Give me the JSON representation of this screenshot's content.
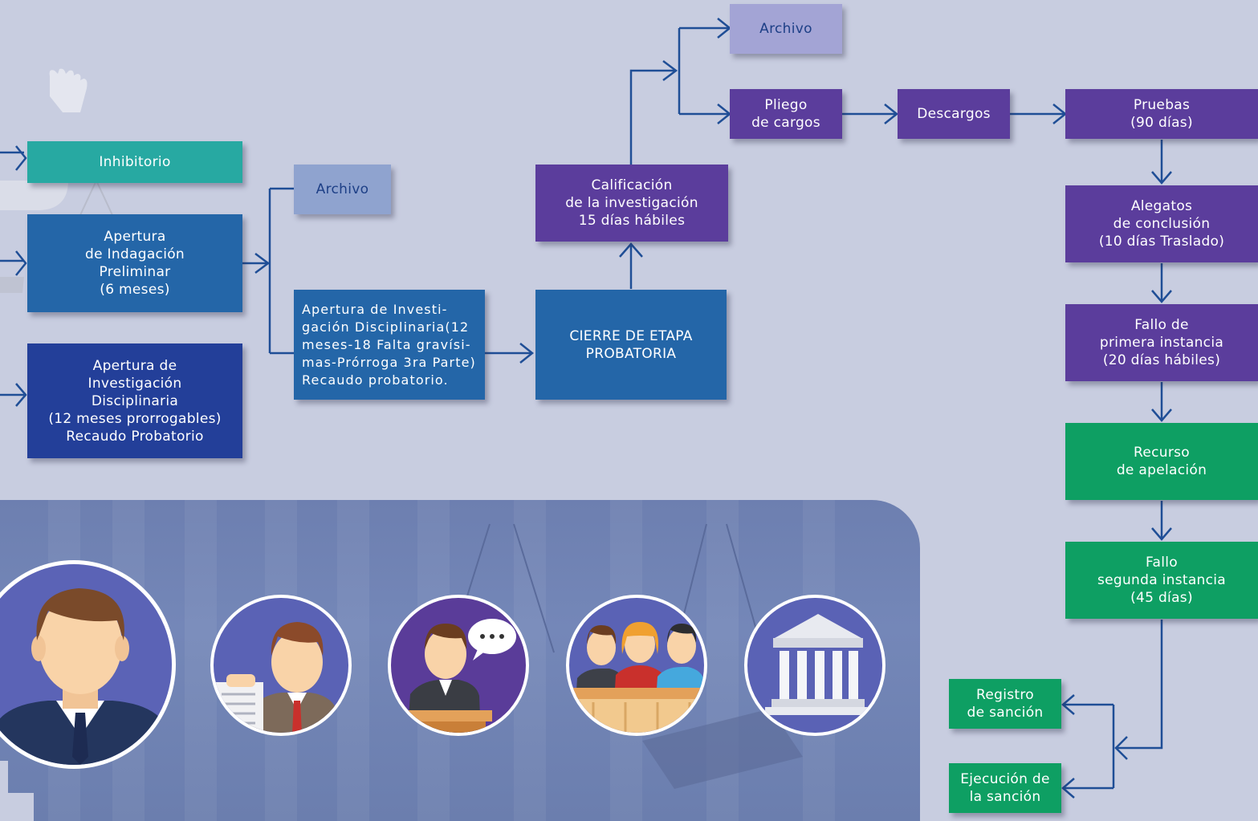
{
  "colors": {
    "background": "#c8cde0",
    "teal": "#27a9a2",
    "blue": "#2466a8",
    "navy": "#233f99",
    "purple": "#5b3d9c",
    "green": "#0e9f63",
    "arrow": "#1f4e96"
  },
  "boxes": {
    "inhibitorio": "Inhibitorio",
    "indagacion": "Apertura\nde Indagación\nPreliminar\n(6 meses)",
    "investigacion": "Apertura de\nInvestigación\nDisciplinaria\n(12 meses prorrogables)\nRecaudo  Probatorio",
    "archivo_1": "Archivo",
    "apertura_detalle": "Apertura de Investi-\ngación Disciplinaria(12\nmeses-18 Falta gravísi-\nmas-Prórroga 3ra Parte)\nRecaudo probatorio.",
    "cierre": "CIERRE DE ETAPA\nPROBATORIA",
    "calificacion": "Calificación\nde la investigación\n15 días hábiles",
    "archivo_2": "Archivo",
    "pliego": "Pliego\nde cargos",
    "descargos": "Descargos",
    "pruebas": "Pruebas\n(90 días)",
    "alegatos": "Alegatos\nde conclusión\n(10 días Traslado)",
    "fallo_primera": "Fallo de\nprimera  instancia\n(20 días  hábiles)",
    "recurso": "Recurso\nde apelación",
    "fallo_segunda": "Fallo\nsegunda instancia\n(45 días)",
    "registro": "Registro\nde sanción",
    "ejecucion": "Ejecución de\nla sanción"
  },
  "illustrations": [
    "person-avatar-icon",
    "presenter-with-document-icon",
    "speaker-at-podium-icon",
    "jury-panel-icon",
    "courthouse-icon"
  ]
}
